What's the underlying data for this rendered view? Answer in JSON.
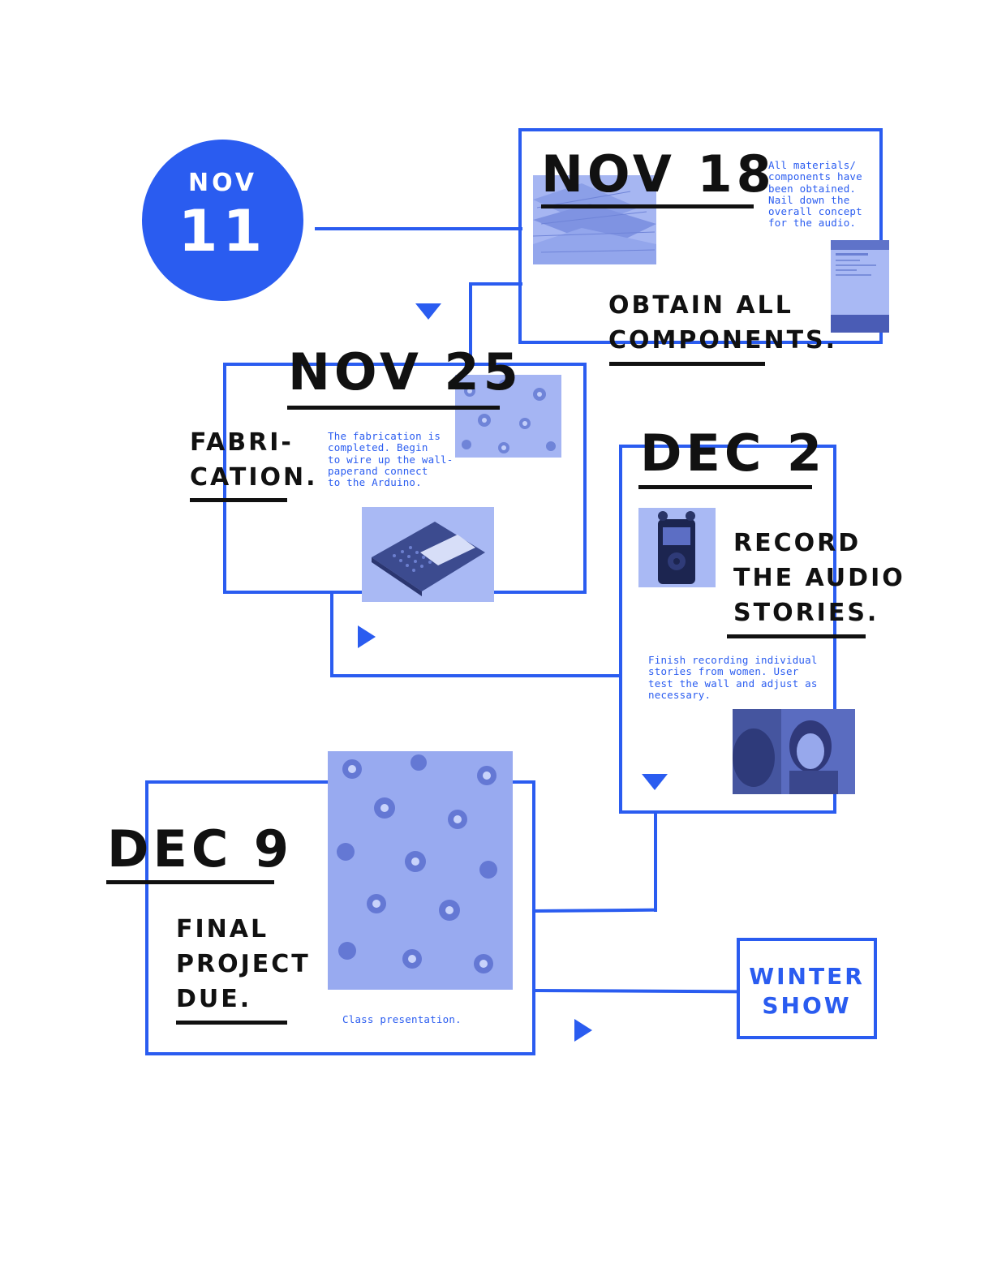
{
  "start": {
    "month": "NOV",
    "day": "11"
  },
  "milestones": [
    {
      "date": "NOV 18",
      "title_lines": [
        "OBTAIN ALL",
        "COMPONENTS."
      ],
      "note_lines": [
        "All materials/",
        "components have",
        "been obtained.",
        "Nail down the",
        "overall concept",
        "for the audio."
      ]
    },
    {
      "date": "NOV 25",
      "title_lines": [
        "FABRI-",
        "CATION."
      ],
      "note_lines": [
        "The fabrication is",
        "completed. Begin",
        "to wire up the wall-",
        "paperand connect",
        "to the Arduino."
      ]
    },
    {
      "date": "DEC 2",
      "title_lines": [
        "RECORD",
        "THE AUDIO",
        "STORIES."
      ],
      "note_lines": [
        "Finish recording individual",
        "stories from women. User",
        "test the wall and adjust as",
        "necessary."
      ]
    },
    {
      "date": "DEC 9",
      "title_lines": [
        "FINAL",
        "PROJECT",
        "DUE."
      ],
      "note_lines": [
        "Class presentation."
      ]
    }
  ],
  "end": {
    "label_lines": [
      "WINTER",
      "SHOW"
    ]
  },
  "images": {
    "wood": "wood-planks-photo",
    "screen": "arduino-ide-screenshot",
    "floral_small": "floral-wallpaper-swatch",
    "board": "arduino-shield-photo",
    "recorder": "audio-recorder-photo",
    "women": "women-talking-photo",
    "floral_large": "floral-wallpaper-sample"
  },
  "colors": {
    "accent": "#2a5cf0",
    "ink": "#111111",
    "photo_tint": "#9fb2f2"
  }
}
